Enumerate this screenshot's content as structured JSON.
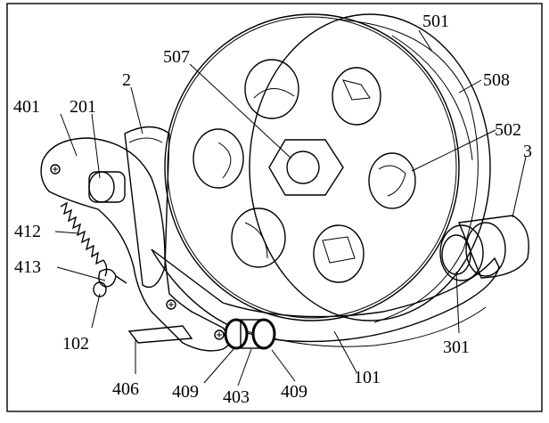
{
  "figure": {
    "labels": {
      "l501": "501",
      "l508": "508",
      "l502": "502",
      "l507": "507",
      "l2": "2",
      "l401": "401",
      "l201": "201",
      "l412": "412",
      "l413": "413",
      "l102": "102",
      "l406": "406",
      "l409a": "409",
      "l403": "403",
      "l409b": "409",
      "l101": "101",
      "l301": "301",
      "l3": "3"
    }
  }
}
